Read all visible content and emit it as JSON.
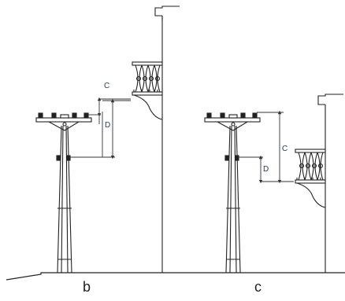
{
  "panels": [
    {
      "id": "b",
      "caption": "b",
      "clearance_labels": {
        "vertical": "C",
        "horizontal": "D"
      }
    },
    {
      "id": "c",
      "caption": "c",
      "clearance_labels": {
        "vertical": "C",
        "horizontal": "D"
      }
    }
  ],
  "colors": {
    "line": "#222222",
    "dimension": "#333333",
    "label": "#2b3a5c",
    "background": "#ffffff"
  }
}
